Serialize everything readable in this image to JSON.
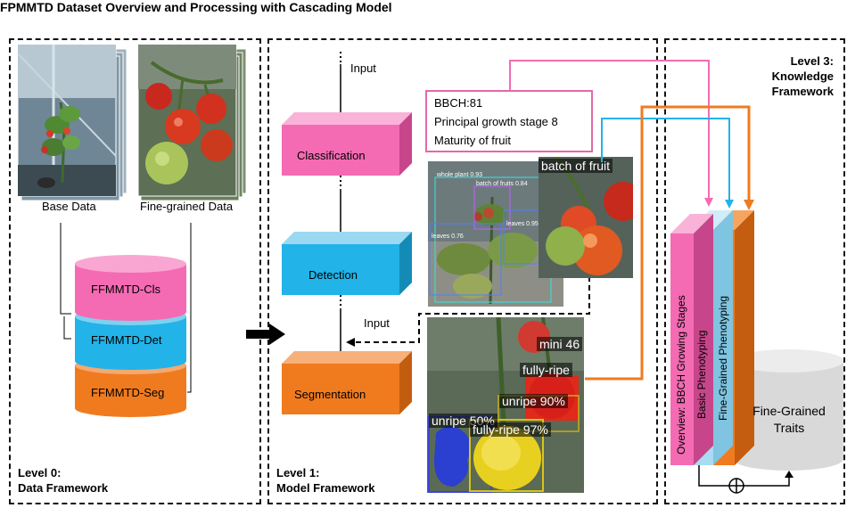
{
  "title": "FPMMTD Dataset Overview and Processing with Cascading Model",
  "level0": {
    "label_line1": "Level 0:",
    "label_line2": "Data Framework",
    "base_data": "Base Data",
    "fine_grained_data": "Fine-grained Data",
    "datasets": [
      "FFMMTD-Cls",
      "FFMMTD-Det",
      "FFMMTD-Seg"
    ]
  },
  "level1": {
    "label_line1": "Level 1:",
    "label_line2": "Model Framework",
    "input_top": "Input",
    "input_mid": "Input",
    "stages": [
      "Classification",
      "Detection",
      "Segmentation"
    ],
    "bbch": [
      "BBCH:81",
      "Principal growth stage 8",
      "Maturity of fruit"
    ],
    "det_tags": [
      "batch of fruit",
      "whole plant 0.93",
      "batch of fruits 0.84",
      "leaves 0.95",
      "leaves 0.76"
    ],
    "seg_tags": [
      "mini 46",
      "fully-ripe",
      "unripe 90%",
      "unripe 50%",
      "fully-ripe 97%"
    ]
  },
  "level3": {
    "label_line1": "Level 3:",
    "label_line2": "Knowledge",
    "label_line3": "Framework",
    "layers": [
      "Overview: BBCH Growing Stages",
      "Basic Phenotyping",
      "Fine-Grained Phenotyping"
    ],
    "traits_line1": "Fine-Grained",
    "traits_line2": "Traits"
  },
  "colors": {
    "pink": "#f46bb4",
    "blue": "#22b3e8",
    "orange": "#f07b1f",
    "light_blue": "#a8dcf2",
    "gray_db": "#d9d9d9"
  }
}
